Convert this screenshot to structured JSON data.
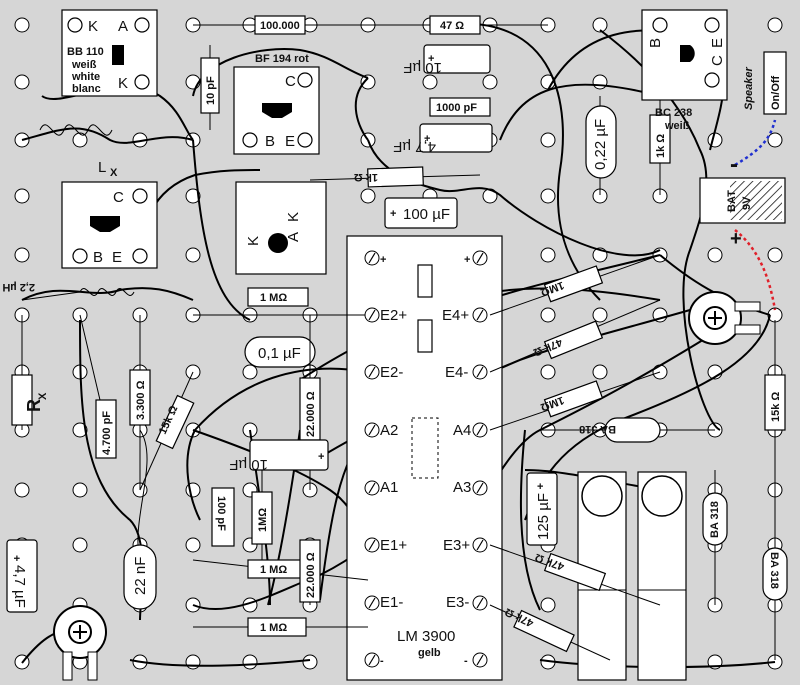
{
  "board": {
    "background": "#d6d6d6",
    "hole_color": "#ffffff",
    "wire_color": "#000000",
    "battery_plus_lead": "#e0202a",
    "battery_minus_lead": "#2030d0"
  },
  "labels": {
    "bb110_k_left": "K",
    "bb110_a": "A",
    "bb110_k_right": "K",
    "bb110_name": "BB 110",
    "bb110_weiss": "weiß",
    "bb110_white": "white",
    "bb110_blanc": "blanc",
    "r_100000": "100.000",
    "c_10pf": "10 pF",
    "bf194_title": "BF 194 rot",
    "bf194_c": "C",
    "bf194_b": "B",
    "bf194_e": "E",
    "lx_main": "L",
    "lx_sub": "X",
    "t2_c": "C",
    "t2_b": "B",
    "t2_e": "E",
    "l_22uh": "2,2 µH",
    "r_47": "47 Ω",
    "c_10uf_top": "10 µF",
    "c_1000pf": "1000 pF",
    "c_4_7uf_top": "4,7 µF",
    "c_022uf": "0,22 µF",
    "r_1k_mid": "1k Ω",
    "c_100uf": "100 µF",
    "r_1k_right": "1k Ω",
    "bc238_b": "B",
    "bc238_c": "C",
    "bc238_e": "E",
    "bc238_name": "BC 238",
    "bc238_weiss": "weiß",
    "speaker": "Speaker",
    "on_off": "On/Off",
    "bat_minus": "-",
    "bat_plus": "+",
    "bat_label": "BAT",
    "bat_9v": "9V",
    "d_k_left": "K",
    "d_k_right": "K",
    "d_a": "A",
    "plus_left": "+",
    "plus_right": "+",
    "e2_plus": "E2+",
    "e4_plus": "E4+",
    "e2_minus": "E2-",
    "e4_minus": "E4-",
    "a2": "A2",
    "a4": "A4",
    "a1": "A1",
    "a3": "A3",
    "e1_plus": "E1+",
    "e3_plus": "E3+",
    "e1_minus": "E1-",
    "e3_minus": "E3-",
    "minus_left": "-",
    "minus_right": "-",
    "ic_name": "LM 3900",
    "ic_color": "gelb",
    "r_1m_top": "1 MΩ",
    "c_01uf": "0,1 µF",
    "r_1m_a": "1MΩ",
    "r_47k_a": "47k Ω",
    "r_1m_b": "1MΩ",
    "rx_main": "R",
    "rx_sub": "X",
    "c_4700pf": "4.700 pF",
    "r_3300": "3.300 Ω",
    "r_15k_left": "15k Ω",
    "r_22000_a": "22.000 Ω",
    "c_10uf_mid": "10 µF",
    "c_100pf": "100 pF",
    "r_1m_vert": "1MΩ",
    "r_1m_mid": "1 MΩ",
    "r_22000_b": "22.000 Ω",
    "r_1m_bottom": "1 MΩ",
    "c_4_7uf_left": "4,7 µF",
    "c_22nf": "22 nF",
    "ba318_a": "BA 318",
    "ba318_b": "BA 318",
    "ba318_c": "BA 318",
    "r_15k_right": "15k Ω",
    "c_125uf": "125 µF",
    "r_47k_b": "47k Ω",
    "r_47k_c": "47k Ω",
    "cap_plus": "+"
  }
}
